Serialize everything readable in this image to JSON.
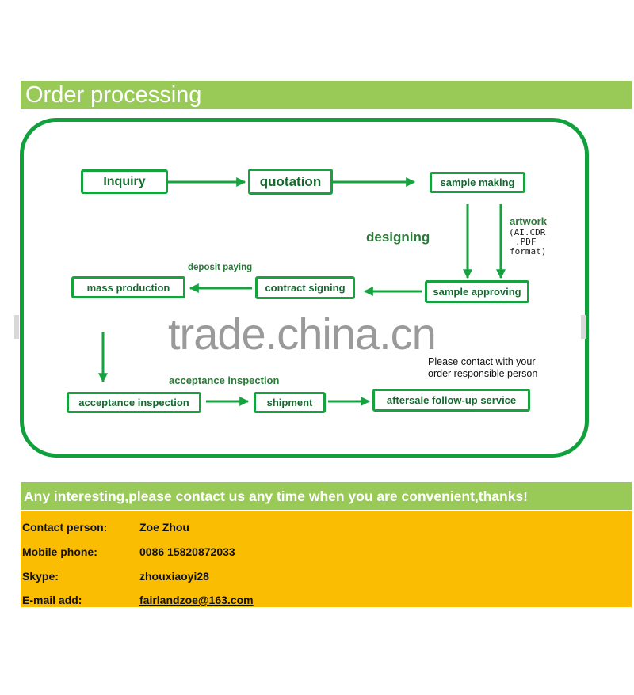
{
  "section_title": "Order processing",
  "flow": {
    "boxes": {
      "inquiry": "Inquiry",
      "quotation": "quotation",
      "sample_making": "sample making",
      "sample_approving": "sample approving",
      "contract_signing": "contract signing",
      "mass_production": "mass production",
      "acceptance_inspection": "acceptance inspection",
      "shipment": "shipment",
      "aftersale": "aftersale follow-up service"
    },
    "labels": {
      "designing": "designing",
      "artwork": "artwork",
      "artwork_formats_1": "(AI.CDR",
      "artwork_formats_2": ".PDF",
      "artwork_formats_3": "format)",
      "deposit_paying": "deposit paying",
      "acceptance_inspection": "acceptance inspection"
    },
    "note_line1": "Please contact with your",
    "note_line2": "order responsible person"
  },
  "watermark": "trade.china.cn",
  "contact": {
    "banner": "Any interesting,please contact us any time when you are convenient,thanks!",
    "rows": [
      {
        "label": "Contact person:",
        "value": "Zoe Zhou"
      },
      {
        "label": "Mobile phone:",
        "value": "0086 15820872033"
      },
      {
        "label": "Skype:",
        "value": "zhouxiaoyi28"
      },
      {
        "label": "E-mail add:",
        "value": "fairlandzoe@163.com"
      }
    ]
  },
  "colors": {
    "header_green": "#99c957",
    "flow_green": "#10a03c",
    "contact_yellow": "#fbbd01"
  }
}
